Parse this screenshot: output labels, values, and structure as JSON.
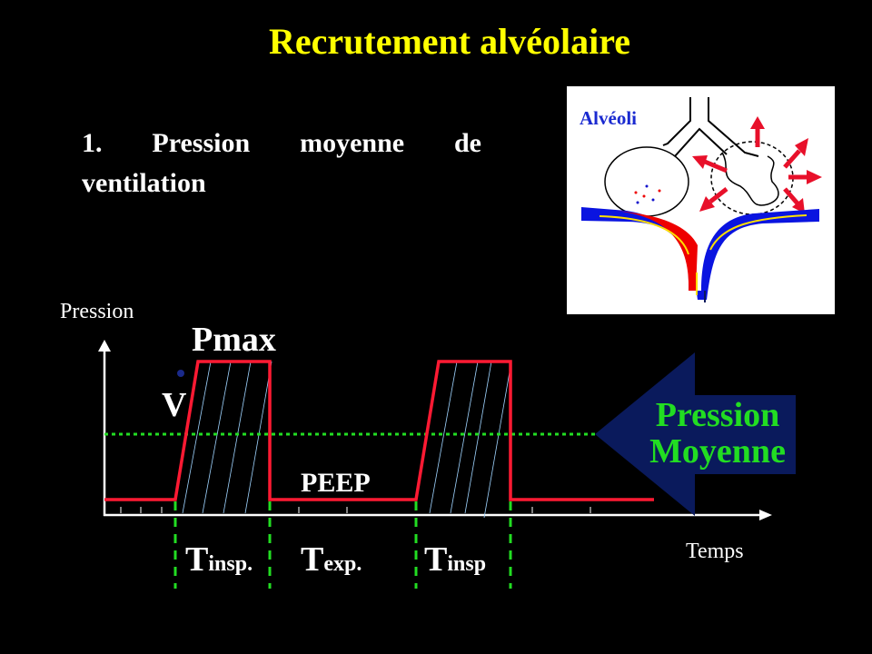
{
  "title": "Recrutement alvéolaire",
  "point": {
    "number": "1.",
    "words": [
      "Pression",
      "moyenne",
      "de"
    ],
    "line2": "ventilation"
  },
  "figure": {
    "label": "Alvéoli"
  },
  "graph": {
    "y_axis_label": "Pression",
    "x_axis_label": "Temps",
    "pmax_label": "Pmax",
    "flow_label": "V",
    "peep_label": "PEEP",
    "t_insp_1": {
      "main": "T",
      "sub": "insp."
    },
    "t_exp": {
      "main": "T",
      "sub": "exp."
    },
    "t_insp_2": {
      "main": "T",
      "sub": "insp"
    },
    "mean_pressure_line1": "Pression",
    "mean_pressure_line2": "Moyenne"
  },
  "colors": {
    "title": "#ffff00",
    "waveform": "#ff1a33",
    "mean_line": "#22dd22",
    "arrow": "#0a1a5c",
    "arrow_text": "#22dd22"
  }
}
